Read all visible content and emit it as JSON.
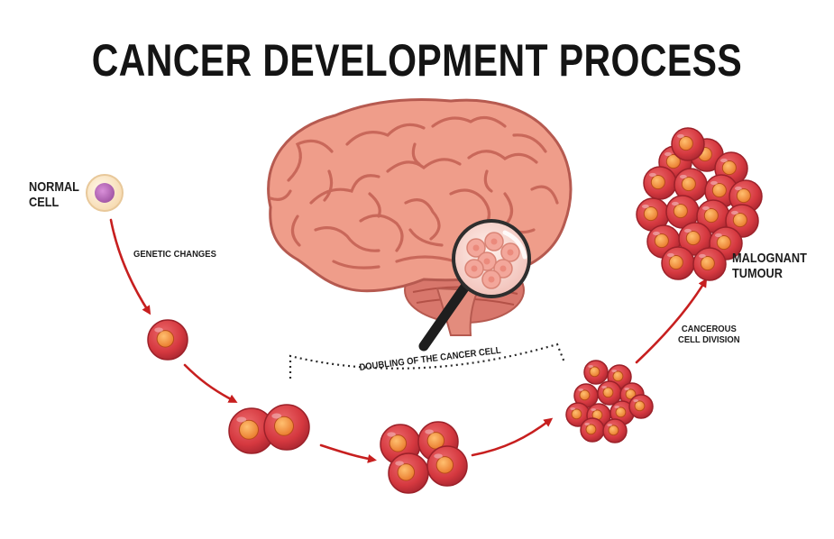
{
  "title": "CANCER DEVELOPMENT PROCESS",
  "labels": {
    "normal_cell": [
      "NORMAL",
      "CELL"
    ],
    "genetic_changes": "GENETIC CHANGES",
    "doubling": "DOUBLING OF THE CANCER CELL",
    "cancerous_division": [
      "CANCEROUS",
      "CELL DIVISION"
    ],
    "malignant_tumour": [
      "MALOGNANT",
      "TUMOUR"
    ]
  },
  "colors": {
    "arrow": "#c71f1f",
    "cell_body": "#d9444a",
    "cell_rim": "#a8262c",
    "nucleus": "#f08a2e",
    "brain": "#ef9d8a",
    "brain_fold": "#c9685a",
    "cerebellum": "#d8776c",
    "lens_rim": "#303030",
    "handle": "#1e1e1e"
  },
  "icons": [
    "brain-illustration",
    "magnifying-glass-icon",
    "normal-cell-icon",
    "cancer-cell-icon",
    "tumour-cluster-icon"
  ]
}
